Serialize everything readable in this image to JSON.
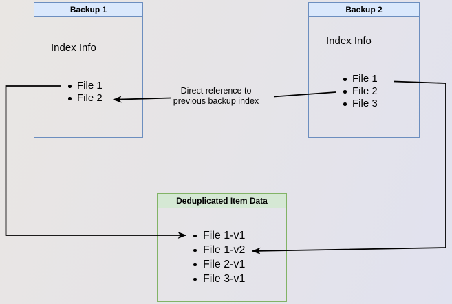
{
  "diagram": {
    "backup1": {
      "title": "Backup 1",
      "subtitle": "Index Info",
      "items": [
        "File 1",
        "File 2"
      ]
    },
    "backup2": {
      "title": "Backup 2",
      "subtitle": "Index Info",
      "items": [
        "File 1",
        "File 2",
        "File 3"
      ]
    },
    "dedup": {
      "title": "Deduplicated Item Data",
      "items": [
        "File 1-v1",
        "File 1-v2",
        "File 2-v1",
        "File 3-v1"
      ]
    },
    "edge_label": {
      "line1": "Direct reference to",
      "line2": "previous backup index"
    },
    "colors": {
      "blue_border": "#6c8ebf",
      "blue_header_fill": "#dae8fc",
      "green_border": "#82b366",
      "green_header_fill": "#d5e8d4",
      "connector": "#000000",
      "background_left": "#e9e6e3",
      "background_right": "#e1e2ef"
    }
  }
}
